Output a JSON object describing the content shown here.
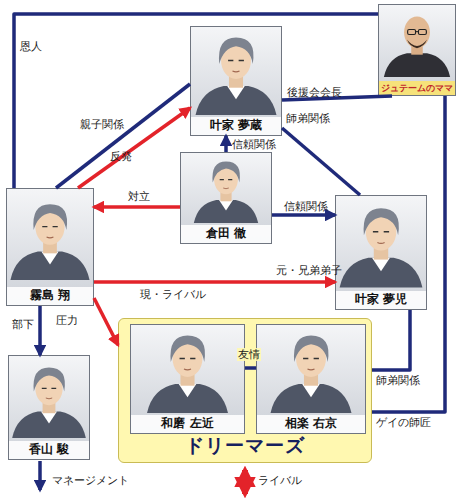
{
  "diagram": {
    "nodes": [
      {
        "text": [
          "ジュテームのママ"
        ]
      },
      {
        "text": [
          "叶家 夢蔵"
        ]
      },
      {
        "text": [
          "倉田 徹"
        ]
      },
      {
        "text": [
          "霧島 翔"
        ]
      },
      {
        "text": [
          "叶家 夢児"
        ]
      },
      {
        "text": [
          "ドリーマーズ"
        ]
      },
      {
        "text": [
          "和磨 左近"
        ],
        "in": 5
      },
      {
        "text": [
          "相楽 右京"
        ],
        "in": 5
      },
      {
        "text": [
          "香山 駿"
        ]
      }
    ],
    "edges": [
      {
        "from": 3,
        "to": 1,
        "label": "親子関係",
        "arrow": "none"
      },
      {
        "from": 3,
        "to": 1,
        "label": "反発",
        "arrow": "to"
      },
      {
        "from": 3,
        "to": 0,
        "label": "恩人",
        "arrow": "none"
      },
      {
        "from": 0,
        "to": 1,
        "label": "後援会会長",
        "arrow": "none"
      },
      {
        "from": 1,
        "to": 4,
        "label": "師弟関係",
        "arrow": "none"
      },
      {
        "from": 2,
        "to": 1,
        "label": "信頼関係",
        "arrow": "to"
      },
      {
        "from": 2,
        "to": 3,
        "label": "対立",
        "arrow": "to"
      },
      {
        "from": 2,
        "to": 4,
        "label": "信頼関係",
        "arrow": "to"
      },
      {
        "from": 3,
        "to": 4,
        "label": "元・兄弟弟子",
        "arrow": "to"
      },
      {
        "from": 3,
        "to": 5,
        "label": "圧力",
        "arrow": "to"
      },
      {
        "from": 3,
        "to": 8,
        "label": "部下",
        "arrow": "to"
      },
      {
        "from": 6,
        "to": 7,
        "label": "友情",
        "arrow": "none"
      },
      {
        "from": 4,
        "to": 5,
        "label": "師弟関係",
        "arrow": "none"
      },
      {
        "from": 0,
        "to": 5,
        "label": "ゲイの師匠",
        "arrow": "none"
      }
    ],
    "labels": [
      "現・ライバル",
      "マネージメント",
      "ライバル"
    ]
  }
}
